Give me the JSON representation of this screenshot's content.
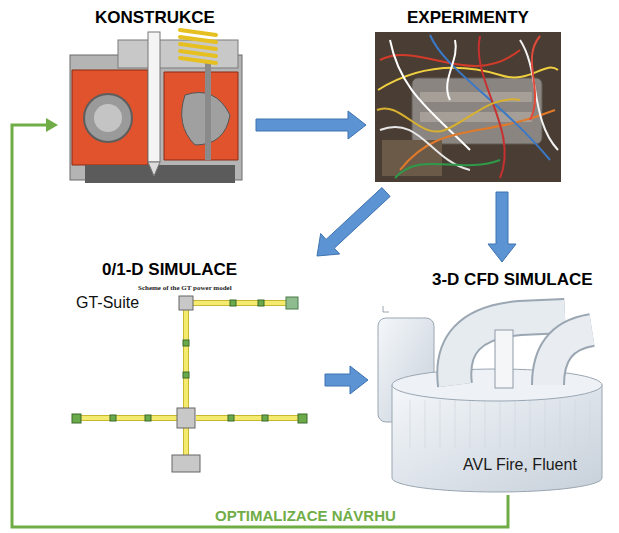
{
  "diagram": {
    "nodes": [
      {
        "text": [
          "KONSTRUKCE"
        ]
      },
      {
        "text": [
          "EXPERIMENTY"
        ]
      },
      {
        "text": [
          "0/1-D SIMULACE",
          "GT-Suite",
          "Scheme of the GT power model"
        ]
      },
      {
        "text": [
          "3-D CFD SIMULACE",
          "AVL Fire, Fluent"
        ]
      }
    ],
    "edges": [
      {
        "from": 0,
        "to": 1,
        "arrow": "to"
      },
      {
        "from": 1,
        "to": 2,
        "arrow": "to"
      },
      {
        "from": 1,
        "to": 3,
        "arrow": "to"
      },
      {
        "from": 2,
        "to": 3,
        "arrow": "to"
      },
      {
        "from": 3,
        "to": 0,
        "label": "OPTIMALIZACE NÁVRHU",
        "arrow": "to"
      }
    ]
  }
}
